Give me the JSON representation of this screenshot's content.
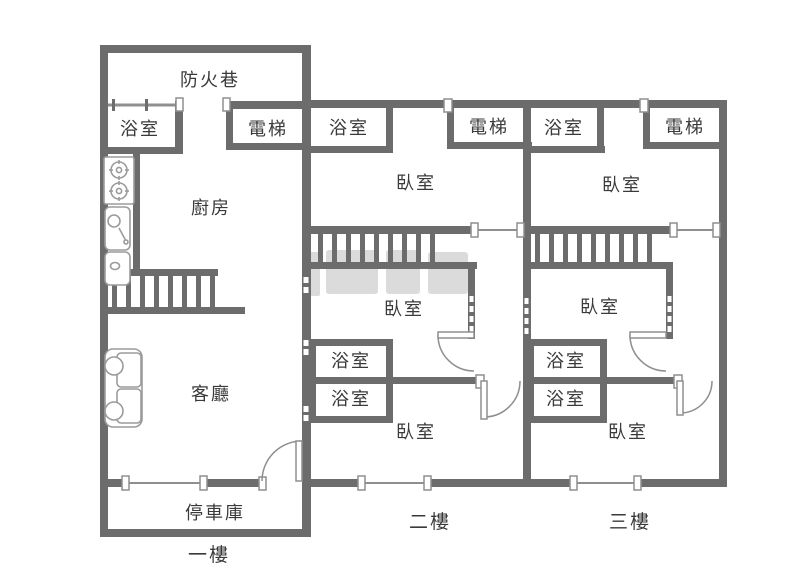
{
  "colors": {
    "wall": "#6c6c6c",
    "thin_line": "#8f8f8f",
    "icon_line": "#9b9b9b",
    "text": "#3a3a3a",
    "watermark": "#d8d8d8",
    "background": "#ffffff"
  },
  "floors": [
    {
      "floor_label": "一樓",
      "rooms": {
        "fire_lane": "防火巷",
        "bathroom": "浴室",
        "elevator": "電梯",
        "kitchen": "廚房",
        "living_room": "客廳",
        "garage": "停車庫"
      }
    },
    {
      "floor_label": "二樓",
      "rooms": {
        "bathroom_top": "浴室",
        "elevator": "電梯",
        "bedroom_top": "臥室",
        "bedroom_middle": "臥室",
        "bathroom_mid_upper": "浴室",
        "bathroom_mid_lower": "浴室",
        "bedroom_bottom": "臥室"
      }
    },
    {
      "floor_label": "三樓",
      "rooms": {
        "bathroom_top": "浴室",
        "elevator": "電梯",
        "bedroom_top": "臥室",
        "bedroom_middle": "臥室",
        "bathroom_mid_upper": "浴室",
        "bathroom_mid_lower": "浴室",
        "bedroom_bottom": "臥室"
      }
    }
  ]
}
